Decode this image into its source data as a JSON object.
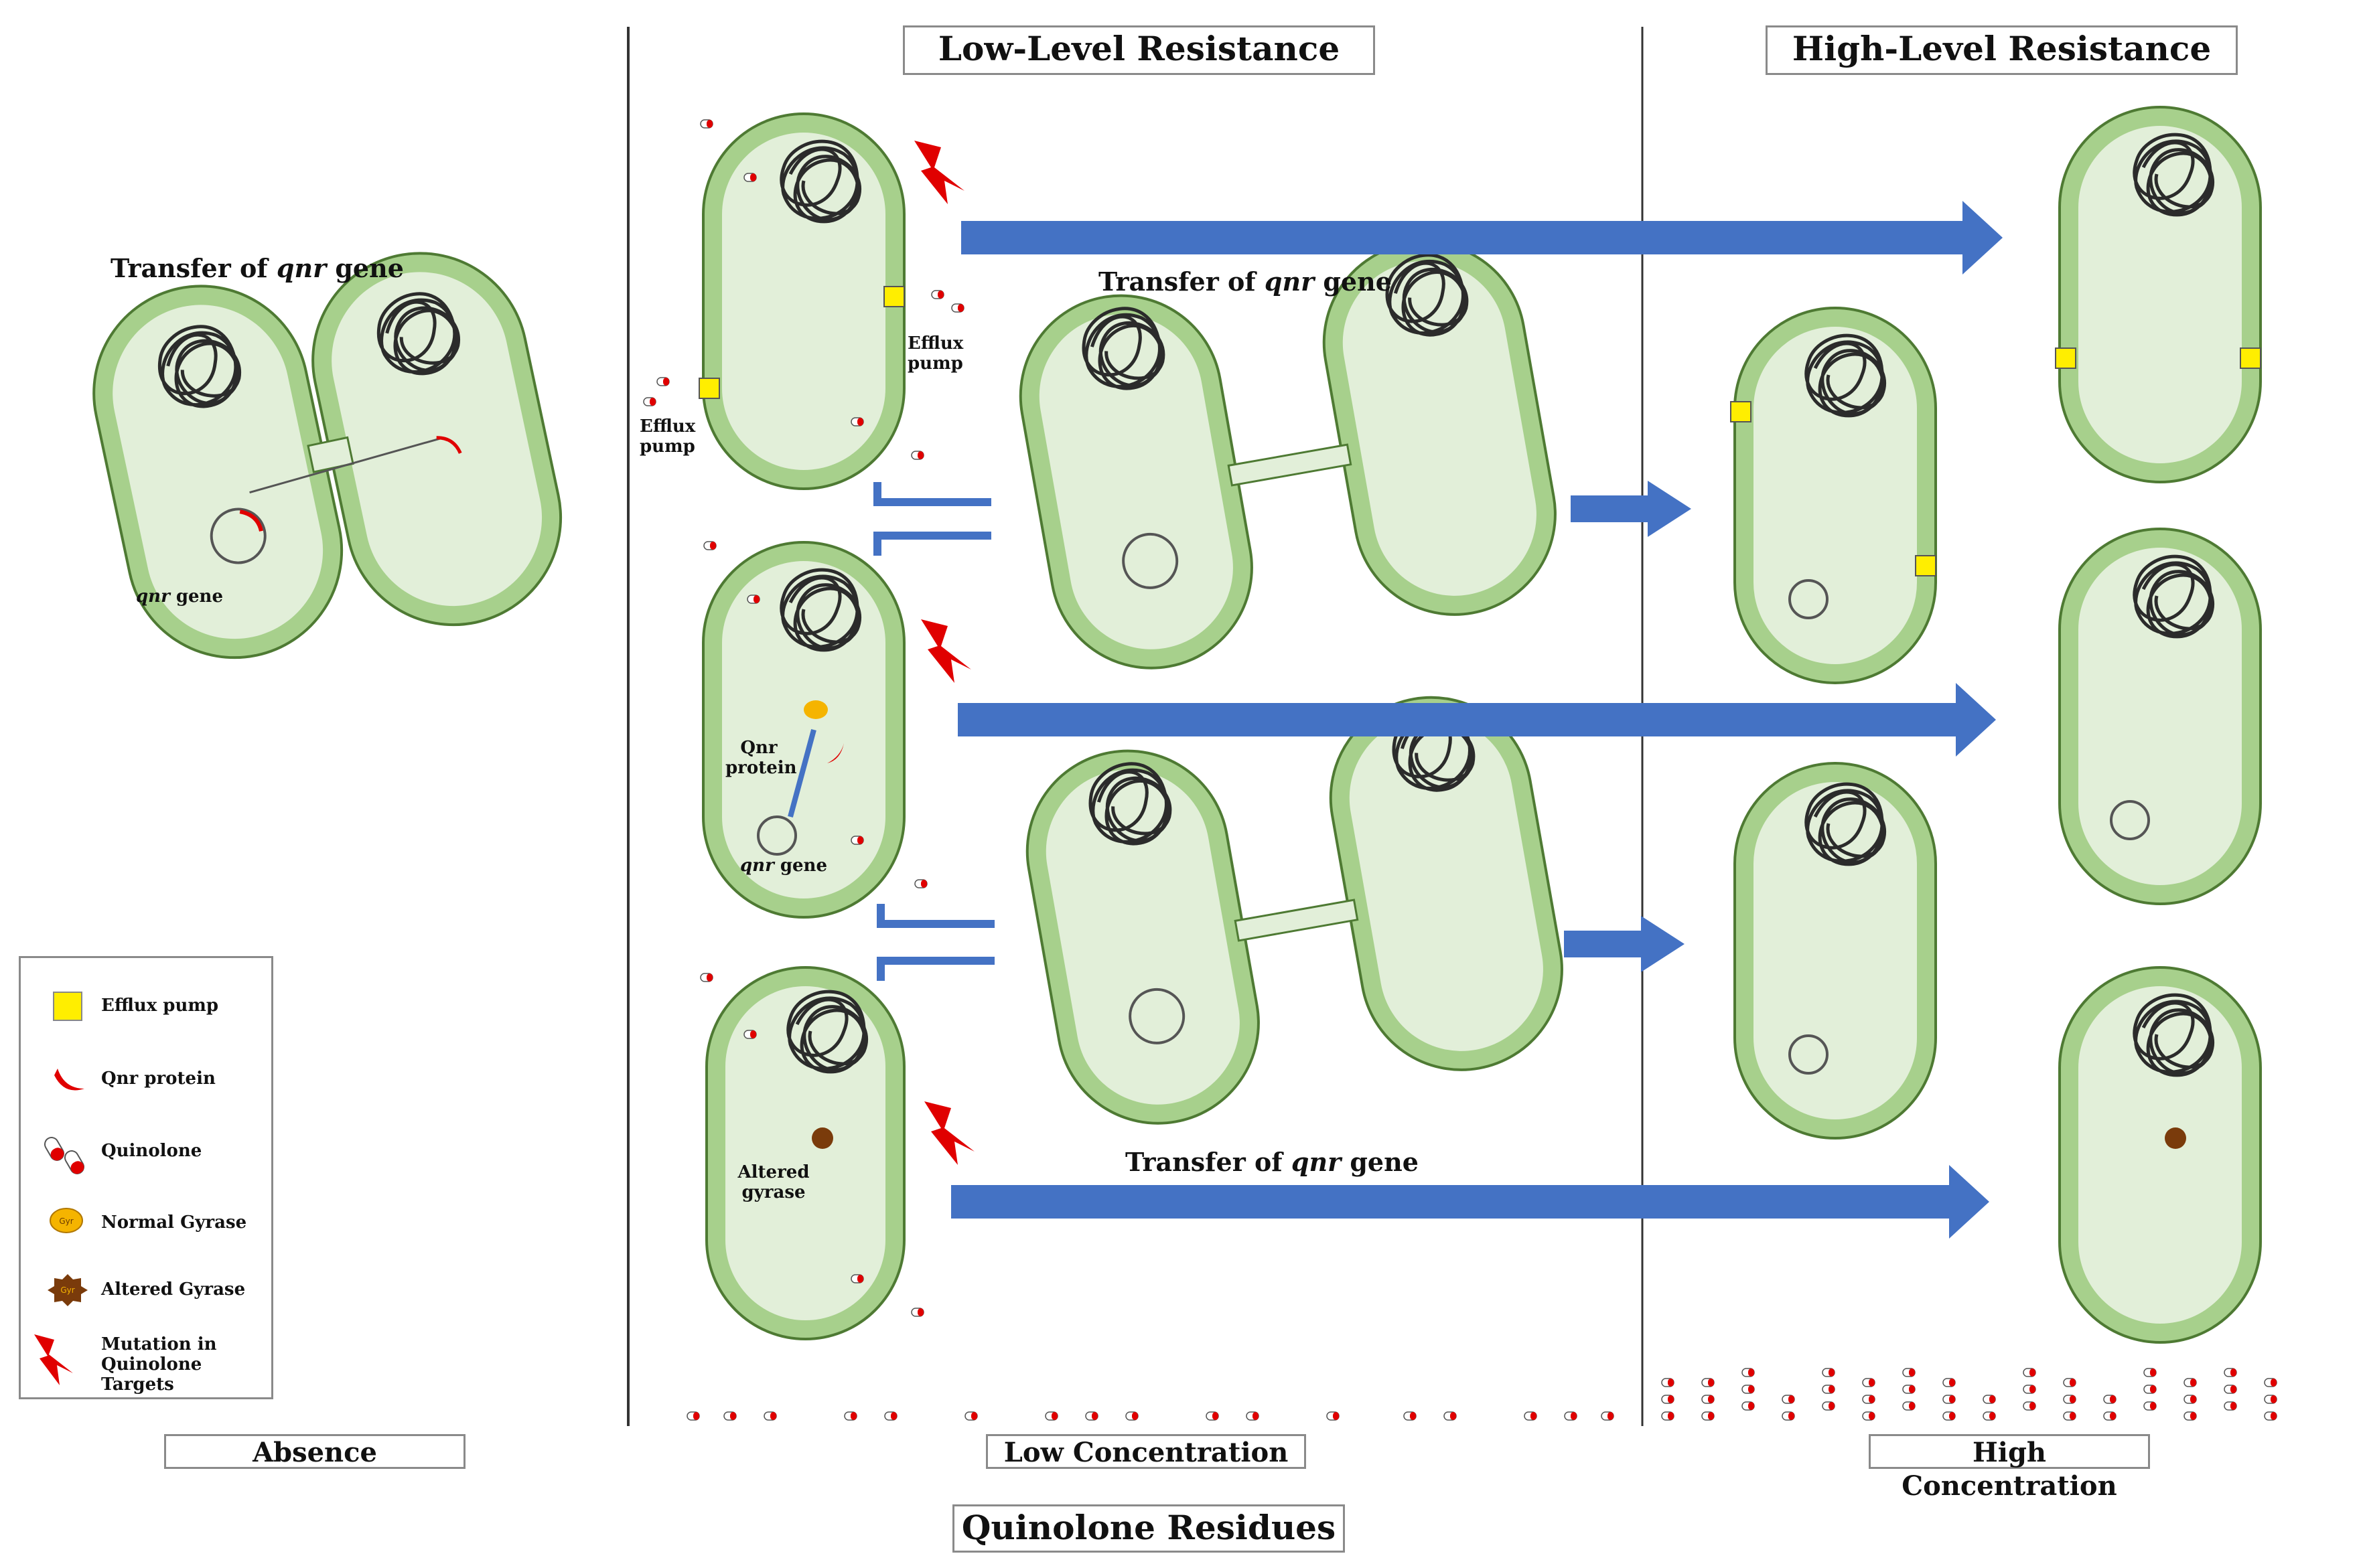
{
  "headers": {
    "low_level": "Low-Level Resistance",
    "high_level": "High-Level Resistance",
    "absence": "Absence",
    "low_concentration": "Low Concentration",
    "high_concentration": "High Concentration",
    "residues": "Quinolone Residues"
  },
  "labels": {
    "transfer_prefix": "Transfer of ",
    "transfer_gene": "qnr",
    "transfer_suffix": " gene",
    "qnr_gene_italic": "qnr",
    "qnr_gene_word": " gene",
    "efflux_pump": "Efflux pump",
    "qnr_protein": "Qnr protein",
    "altered_gyrase": "Altered gyrase",
    "gyr": "Gyr"
  },
  "legend": {
    "efflux_pump": "Efflux pump",
    "qnr_protein": "Qnr protein",
    "quinolone": "Quinolone",
    "normal_gyrase": "Normal Gyrase",
    "altered_gyrase": "Altered Gyrase",
    "mutation": "Mutation in Quinolone Targets"
  },
  "colors": {
    "cell_outer": "#a7d08c",
    "cell_inner": "#e2efd9",
    "cell_stroke": "#4e7a33",
    "arrow": "#4472c4",
    "efflux": "#ffee00",
    "quinolone_red": "#e00000",
    "normal_gyrase": "#f5b400",
    "altered_gyrase": "#7a3b0b",
    "bolt": "#e00000"
  },
  "icons": [
    "efflux-pump-icon",
    "qnr-protein-icon",
    "quinolone-icon",
    "normal-gyrase-icon",
    "altered-gyrase-icon",
    "lightning-bolt-icon"
  ]
}
